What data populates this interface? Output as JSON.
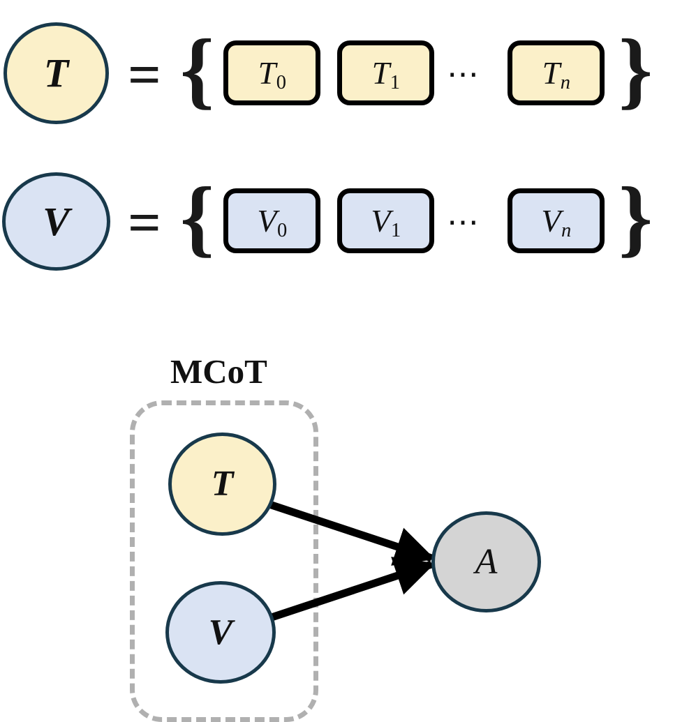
{
  "figure": {
    "background_color": "#ffffff",
    "palette": {
      "text_fill": "#fbf0c9",
      "vision_fill": "#dae3f3",
      "answer_fill": "#d4d4d4",
      "node_stroke": "#18394b",
      "box_stroke": "#000000",
      "dashed_stroke": "#b0b0b0",
      "arrow_color": "#000000",
      "glyph_color": "#111111"
    },
    "rows": [
      {
        "id": "text-sequence-row",
        "circle_label": "T",
        "equals": "=",
        "open_brace": "{",
        "close_brace": "}",
        "ellipsis": "⋯",
        "tokens": [
          {
            "base": "T",
            "sub": "0"
          },
          {
            "base": "T",
            "sub": "1"
          },
          {
            "base": "T",
            "sub": "n"
          }
        ]
      },
      {
        "id": "vision-sequence-row",
        "circle_label": "V",
        "equals": "=",
        "open_brace": "{",
        "close_brace": "}",
        "ellipsis": "⋯",
        "tokens": [
          {
            "base": "V",
            "sub": "0"
          },
          {
            "base": "V",
            "sub": "1"
          },
          {
            "base": "V",
            "sub": "n"
          }
        ]
      }
    ],
    "graph": {
      "group_title": "MCoT",
      "nodes": [
        {
          "id": "mcot-text-node",
          "label": "T"
        },
        {
          "id": "mcot-vision-node",
          "label": "V"
        },
        {
          "id": "answer-node",
          "label": "A"
        }
      ],
      "edges": [
        {
          "from": "T",
          "to": "A"
        },
        {
          "from": "V",
          "to": "A"
        }
      ]
    }
  }
}
